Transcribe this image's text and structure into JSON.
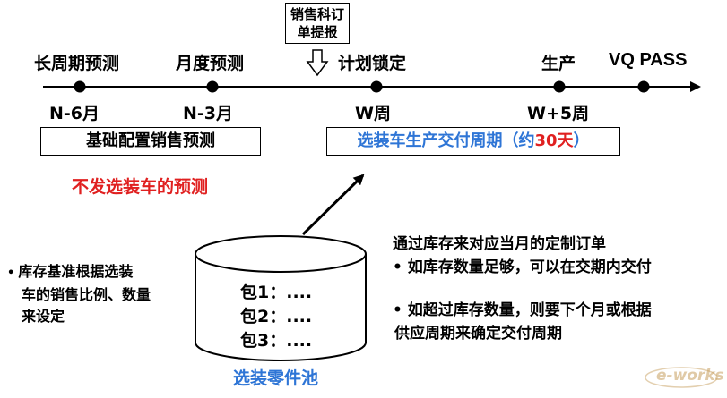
{
  "colors": {
    "blue_text": "#2e75d6",
    "red_text": "#e02020",
    "line": "#000000"
  },
  "timeline": {
    "milestones": [
      {
        "label": "长周期预测",
        "date": "N-6月"
      },
      {
        "label": "月度预测",
        "date": "N-3月"
      },
      {
        "label": "计划锁定",
        "date": "W周"
      },
      {
        "label": "生产",
        "date": "W+5周"
      },
      {
        "label": "VQ PASS",
        "date": ""
      }
    ]
  },
  "sales_order_box": {
    "line1": "销售科订",
    "line2": "单提报"
  },
  "base_forecast_box": "基础配置销售预测",
  "no_forecast_note": "不发选装车的预测",
  "delivery_cycle_box": {
    "prefix": "选装车生产交付周期（约",
    "days": "30天",
    "suffix": "）"
  },
  "left_note": {
    "bullet": "•",
    "line1": "库存基准根据选装",
    "line2": "车的销售比例、数量",
    "line3": "来设定"
  },
  "pool": {
    "items": [
      "包1：....",
      "包2：....",
      "包3：...."
    ],
    "label": "选装零件池"
  },
  "right_notes": {
    "heading": "通过库存来对应当月的定制订单",
    "bullet1": "• 如库存数量足够，可以在交期内交付",
    "bullet2_line1": "• 如超过库存数量，则要下个月或根据",
    "bullet2_line2": "供应周期来确定交付周期"
  },
  "watermark": "e-works"
}
